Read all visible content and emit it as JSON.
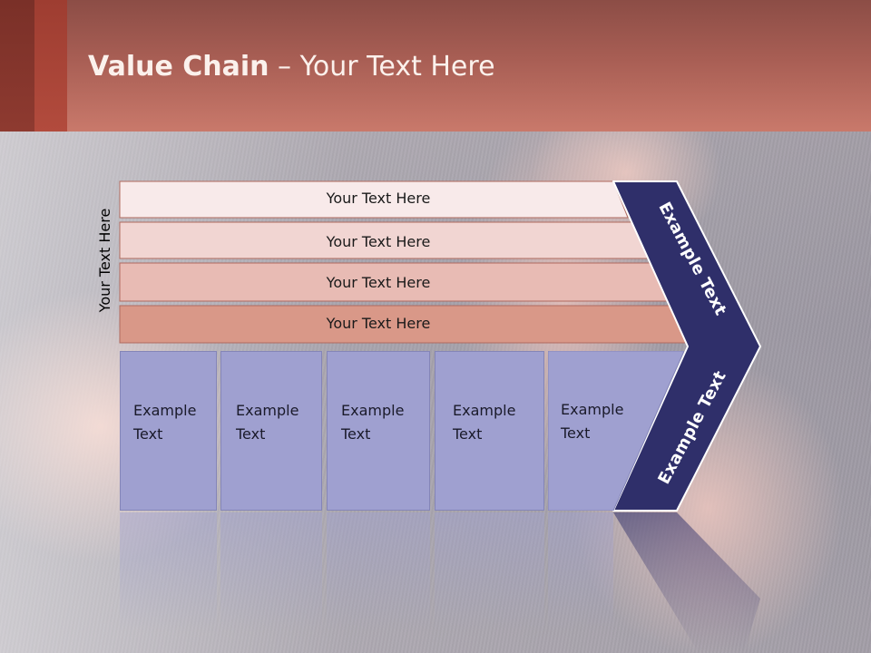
{
  "title": {
    "bold": "Value Chain",
    "rest": " – Your Text Here"
  },
  "vertical_label": "Your Text Here",
  "rows": [
    {
      "label": "Your Text Here",
      "color": "#f8eaea"
    },
    {
      "label": "Your Text Here",
      "color": "#f1d5d2"
    },
    {
      "label": "Your Text Here",
      "color": "#e8bbb4"
    },
    {
      "label": "Your Text Here",
      "color": "#d99888"
    }
  ],
  "cells": [
    {
      "line1": "Example",
      "line2": "Text"
    },
    {
      "line1": "Example",
      "line2": "Text"
    },
    {
      "line1": "Example",
      "line2": "Text"
    },
    {
      "line1": "Example",
      "line2": "Text"
    },
    {
      "line1": "Example",
      "line2": "Text"
    }
  ],
  "chevron": {
    "upper_label": "Example Text",
    "lower_label": "Example Text",
    "color": "#2f2f6a"
  },
  "colors": {
    "cell": "#9fa0d0",
    "header": "#b5665a"
  }
}
